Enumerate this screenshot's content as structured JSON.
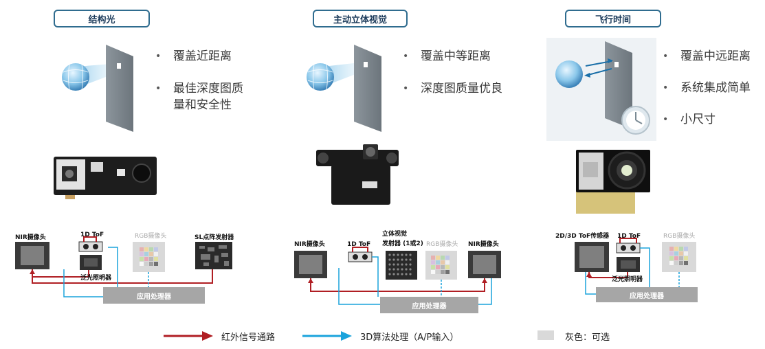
{
  "columns": [
    {
      "title": "结构光",
      "bullets": [
        "覆盖近距离",
        "最佳深度图质量和安全性"
      ],
      "bullet_lines": [
        [
          "覆盖近距离"
        ],
        [
          "最佳深度图质",
          "量和安全性"
        ]
      ],
      "diagram": {
        "nir_camera": "NIR摄像头",
        "tof_1d": "1D ToF",
        "rgb_camera": "RGB摄像头",
        "projector": "SL点阵发射器",
        "flood": "泛光照明器",
        "processor": "应用处理器"
      }
    },
    {
      "title": "主动立体视觉",
      "bullets": [
        "覆盖中等距离",
        "深度图质量优良"
      ],
      "bullet_lines": [
        [
          "覆盖中等距离"
        ],
        [
          "深度图质量优良"
        ]
      ],
      "diagram": {
        "nir_camera_left": "NIR摄像头",
        "tof_1d": "1D ToF",
        "projector_line1": "立体视觉",
        "projector_line2": "发射器 (1或2)",
        "rgb_camera": "RGB摄像头",
        "nir_camera_right": "NIR摄像头",
        "processor": "应用处理器"
      }
    },
    {
      "title": "飞行时间",
      "bullets": [
        "覆盖中远距离",
        "系统集成简单",
        "小尺寸"
      ],
      "bullet_lines": [
        [
          "覆盖中远距离"
        ],
        [
          "系统集成简单"
        ],
        [
          "小尺寸"
        ]
      ],
      "diagram": {
        "sensor": "2D/3D ToF传感器",
        "tof_1d": "1D ToF",
        "rgb_camera": "RGB摄像头",
        "flood": "泛光照明器",
        "processor": "应用处理器"
      }
    }
  ],
  "legend": {
    "red": "红外信号通路",
    "blue": "3D算法处理（A/P输入）",
    "gray": "灰色：可选"
  },
  "colors": {
    "red": "#b01e23",
    "blue": "#1aa3dc",
    "gray": "#a6a6a6",
    "tab_border": "#2f6c8f"
  }
}
